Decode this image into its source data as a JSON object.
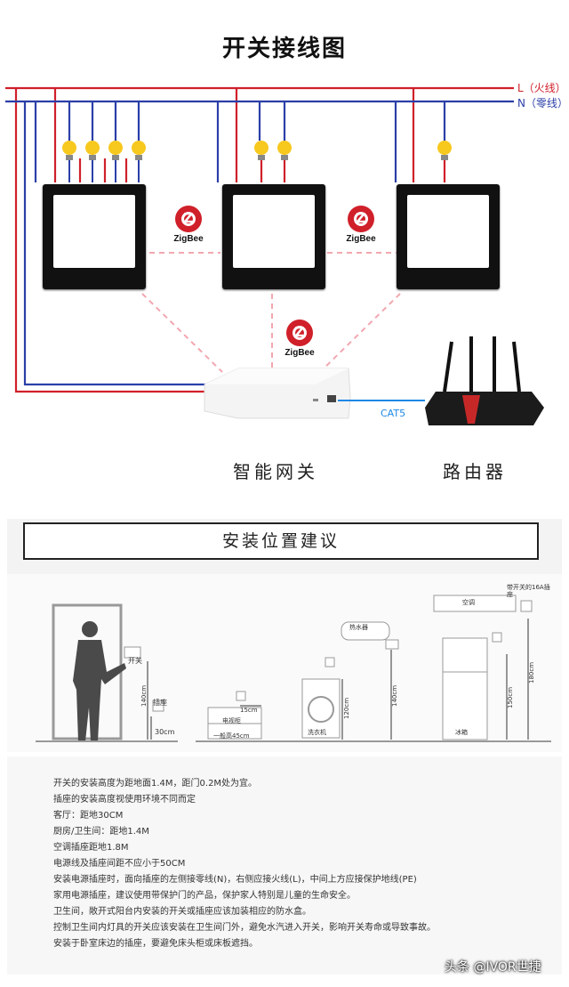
{
  "title": "开关接线图",
  "lines": {
    "L": "L（火线）",
    "N": "N（零线）"
  },
  "zigbee_label": "ZigBee",
  "gateway_label": "智能网关",
  "router_label": "路由器",
  "cable_label": "CAT5",
  "section2_title": "安装位置建议",
  "install": {
    "switch": "开关",
    "socket": "插座",
    "h140": "140cm",
    "h30": "30cm",
    "w15": "15cm",
    "tv": "电视柜",
    "normal": "一般高45cm",
    "heater": "热水器",
    "washer": "洗衣机",
    "h120": "120cm",
    "h140b": "140cm",
    "fridge": "冰箱",
    "h150": "150cm",
    "ac": "空调",
    "ac_socket": "带开关的16A插座",
    "h180": "180cm"
  },
  "notes": [
    "开关的安装高度为距地面1.4M，距门0.2M处为宜。",
    "插座的安装高度视使用环境不同而定",
    "客厅：距地30CM",
    "厨房/卫生间：距地1.4M",
    "空调插座距地1.8M",
    "电源线及插座间距不应小于50CM",
    "安装电源插座时，面向插座的左侧接零线(N)，右侧应接火线(L)，中间上方应接保护地线(PE)",
    "家用电源插座，建议使用带保护门的产品，保护家人特别是儿童的生命安全。",
    "卫生间，敞开式阳台内安装的开关或插座应该加装相应的防水盒。",
    "控制卫生间内灯具的开关应该安装在卫生间门外，避免水汽进入开关，影响开关寿命或导致事故。",
    "安装于卧室床边的插座，要避免床头柜或床板遮挡。"
  ],
  "watermark": "头条 @IVOR世捷",
  "colors": {
    "live": "#d0202a",
    "neutral": "#2b3fa8",
    "zigbee_link": "#f2a7b0",
    "cat5": "#1e88e5",
    "bulb": "#f7c81e"
  }
}
